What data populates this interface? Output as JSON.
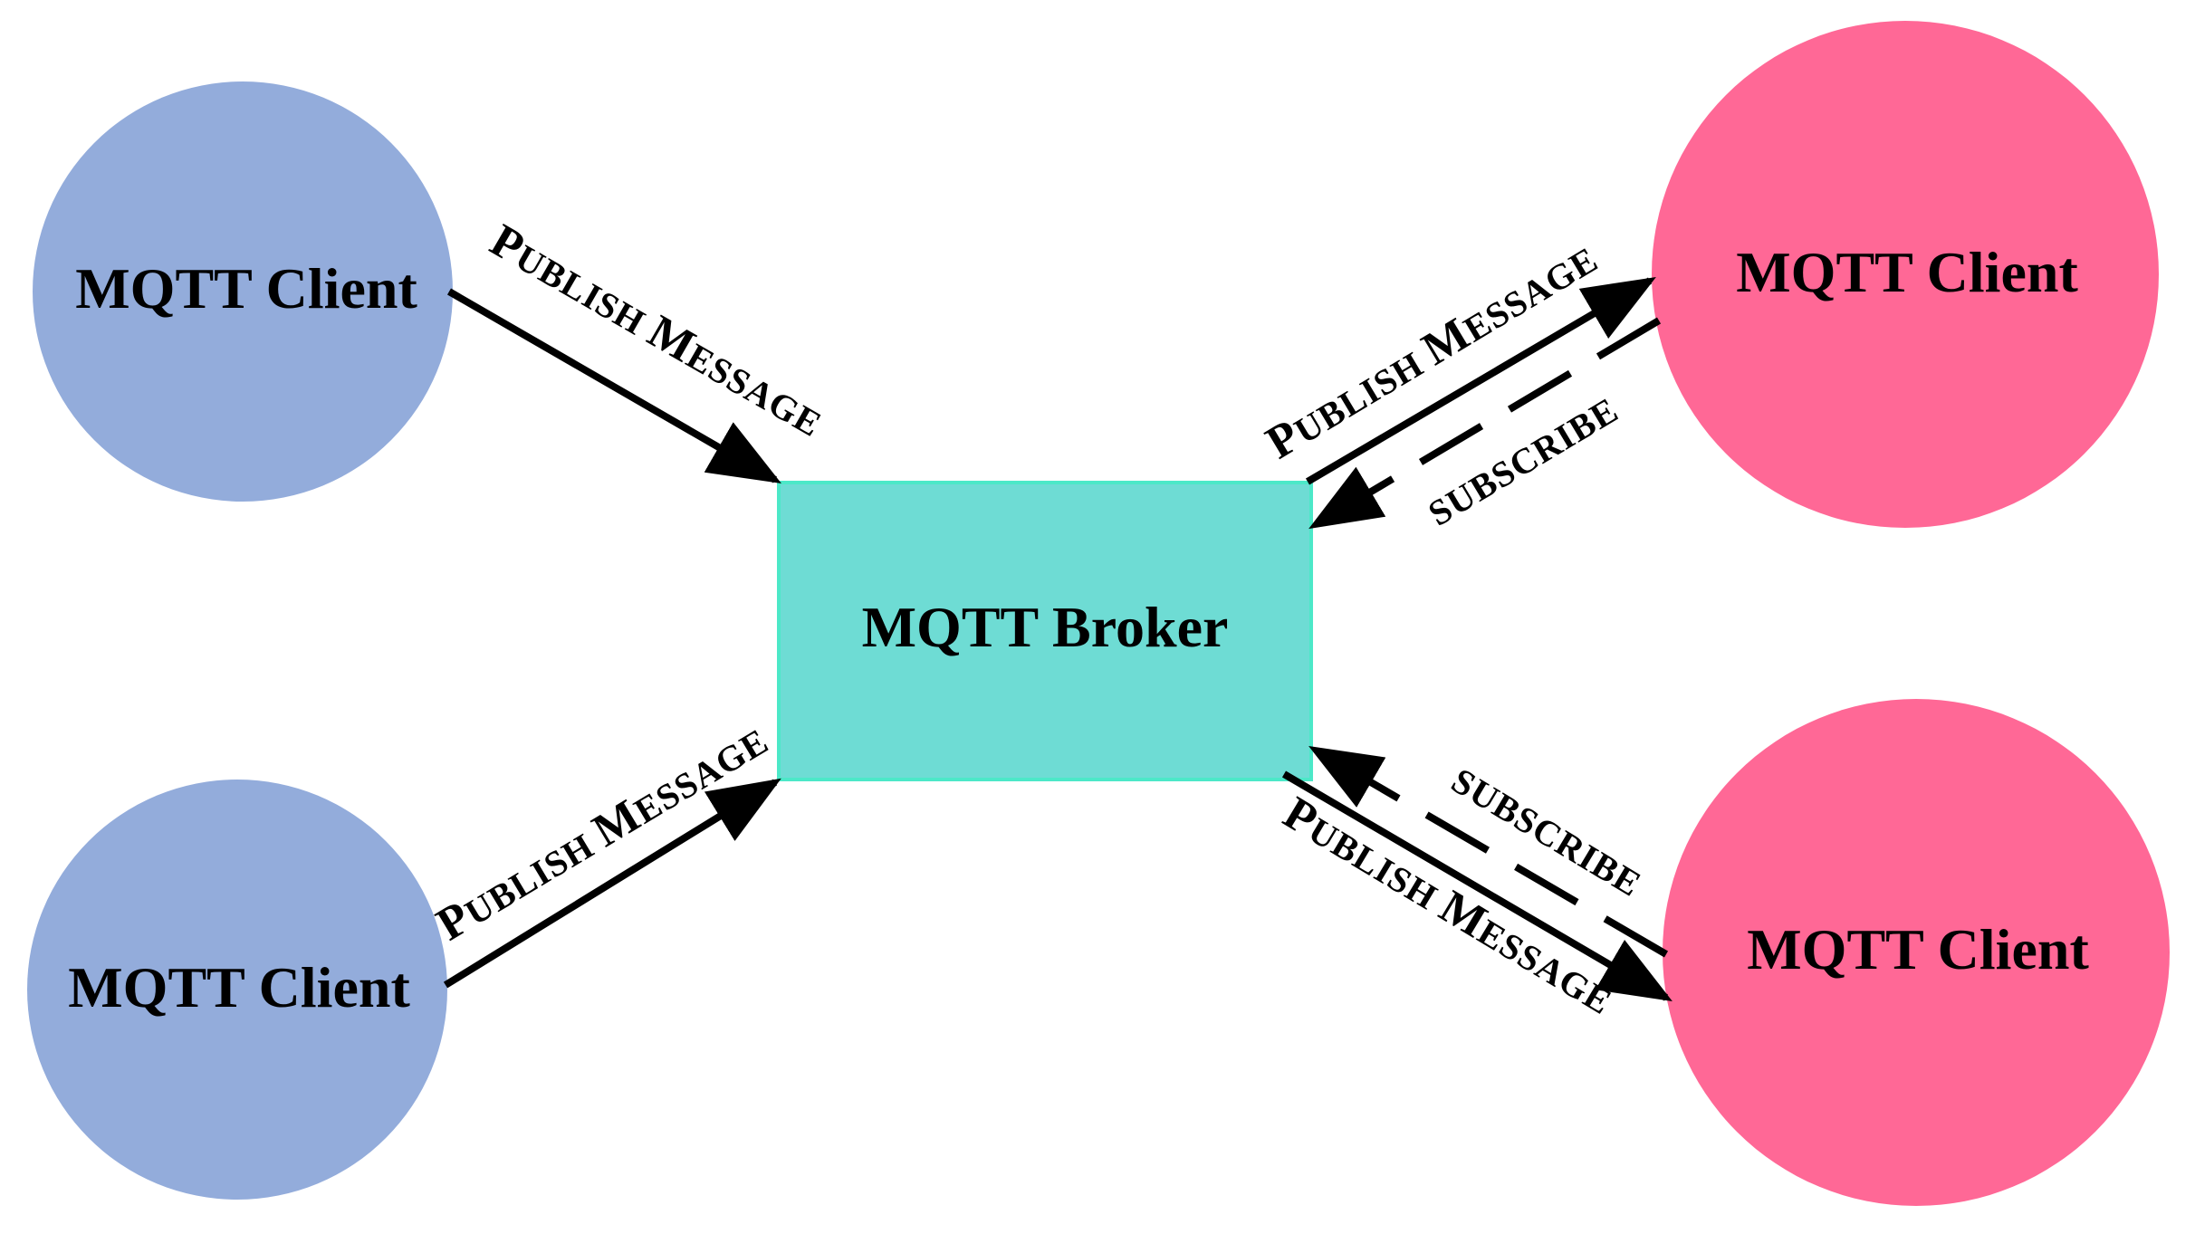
{
  "colors": {
    "publisher_client": "#93acdb",
    "subscriber_client": "#ff6896",
    "broker_fill": "#6edcd4",
    "broker_border": "#4ce8c8",
    "arrow": "#000000"
  },
  "broker": {
    "label": "MQTT Broker"
  },
  "clients": {
    "top_left": {
      "label": "MQTT Client"
    },
    "bottom_left": {
      "label": "MQTT Client"
    },
    "top_right": {
      "label": "MQTT Client"
    },
    "bottom_right": {
      "label": "MQTT Client"
    }
  },
  "edges": {
    "top_left_publish": {
      "first": "P",
      "rest": "UBLISH ",
      "first2": "M",
      "rest2": "ESSAGE"
    },
    "bottom_left_publish": {
      "first": "P",
      "rest": "UBLISH ",
      "first2": "M",
      "rest2": "ESSAGE"
    },
    "top_right_publish": {
      "first": "P",
      "rest": "UBLISH ",
      "first2": "M",
      "rest2": "ESSAGE"
    },
    "top_right_subscribe": {
      "label": "SUBSCRIBE"
    },
    "bottom_right_publish": {
      "first": "P",
      "rest": "UBLISH ",
      "first2": "M",
      "rest2": "ESSAGE"
    },
    "bottom_right_subscribe": {
      "label": "SUBSCRIBE"
    }
  }
}
